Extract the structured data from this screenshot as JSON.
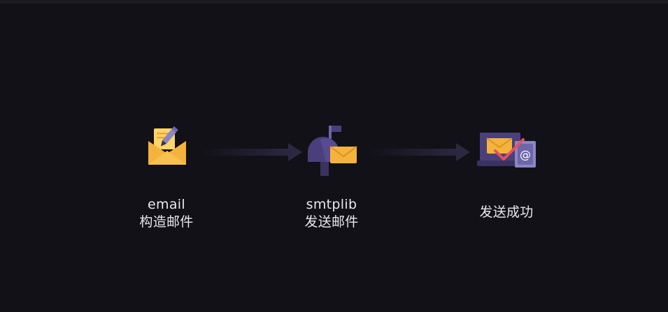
{
  "steps": [
    {
      "title": "email",
      "subtitle": "构造邮件",
      "icon": "envelope-letter-pencil-icon"
    },
    {
      "title": "smtplib",
      "subtitle": "发送邮件",
      "icon": "mailbox-icon"
    },
    {
      "title": "",
      "subtitle": "发送成功",
      "icon": "laptop-mail-sent-icon"
    }
  ],
  "colors": {
    "background": "#121117",
    "text": "#e9e8ee",
    "envelope": "#f4b33d",
    "letter": "#ffd56a",
    "purple": "#4a3f7a",
    "check": "#e8505b",
    "arrow": "#2a2640"
  }
}
